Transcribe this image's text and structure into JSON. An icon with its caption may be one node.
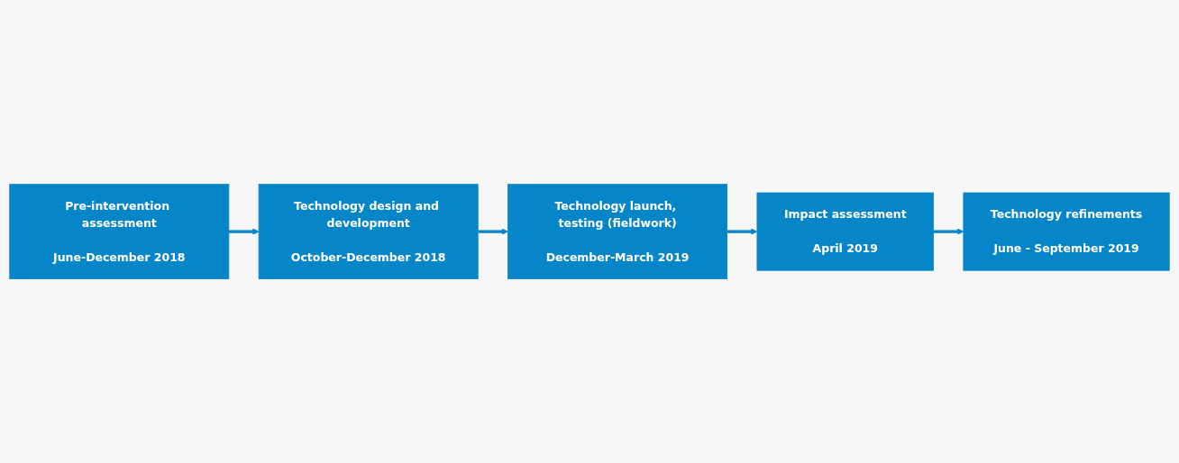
{
  "diagram": {
    "nodes": [
      {
        "text": [
          "Pre-intervention assessment",
          "June-December 2018"
        ]
      },
      {
        "text": [
          "Technology design and development",
          "October-December 2018"
        ]
      },
      {
        "text": [
          "Technology launch, testing (fieldwork)",
          "December-March 2019"
        ]
      },
      {
        "text": [
          "Technology refinements",
          "June - September 2019"
        ]
      },
      {
        "text": [
          "Impact assessment",
          "April 2019"
        ]
      }
    ],
    "edges": [
      {
        "from": 0,
        "to": 1,
        "arrow": "to"
      },
      {
        "from": 1,
        "to": 2,
        "arrow": "to"
      },
      {
        "from": 2,
        "to": 4,
        "arrow": "to"
      },
      {
        "from": 4,
        "to": 3,
        "arrow": "to"
      }
    ]
  }
}
